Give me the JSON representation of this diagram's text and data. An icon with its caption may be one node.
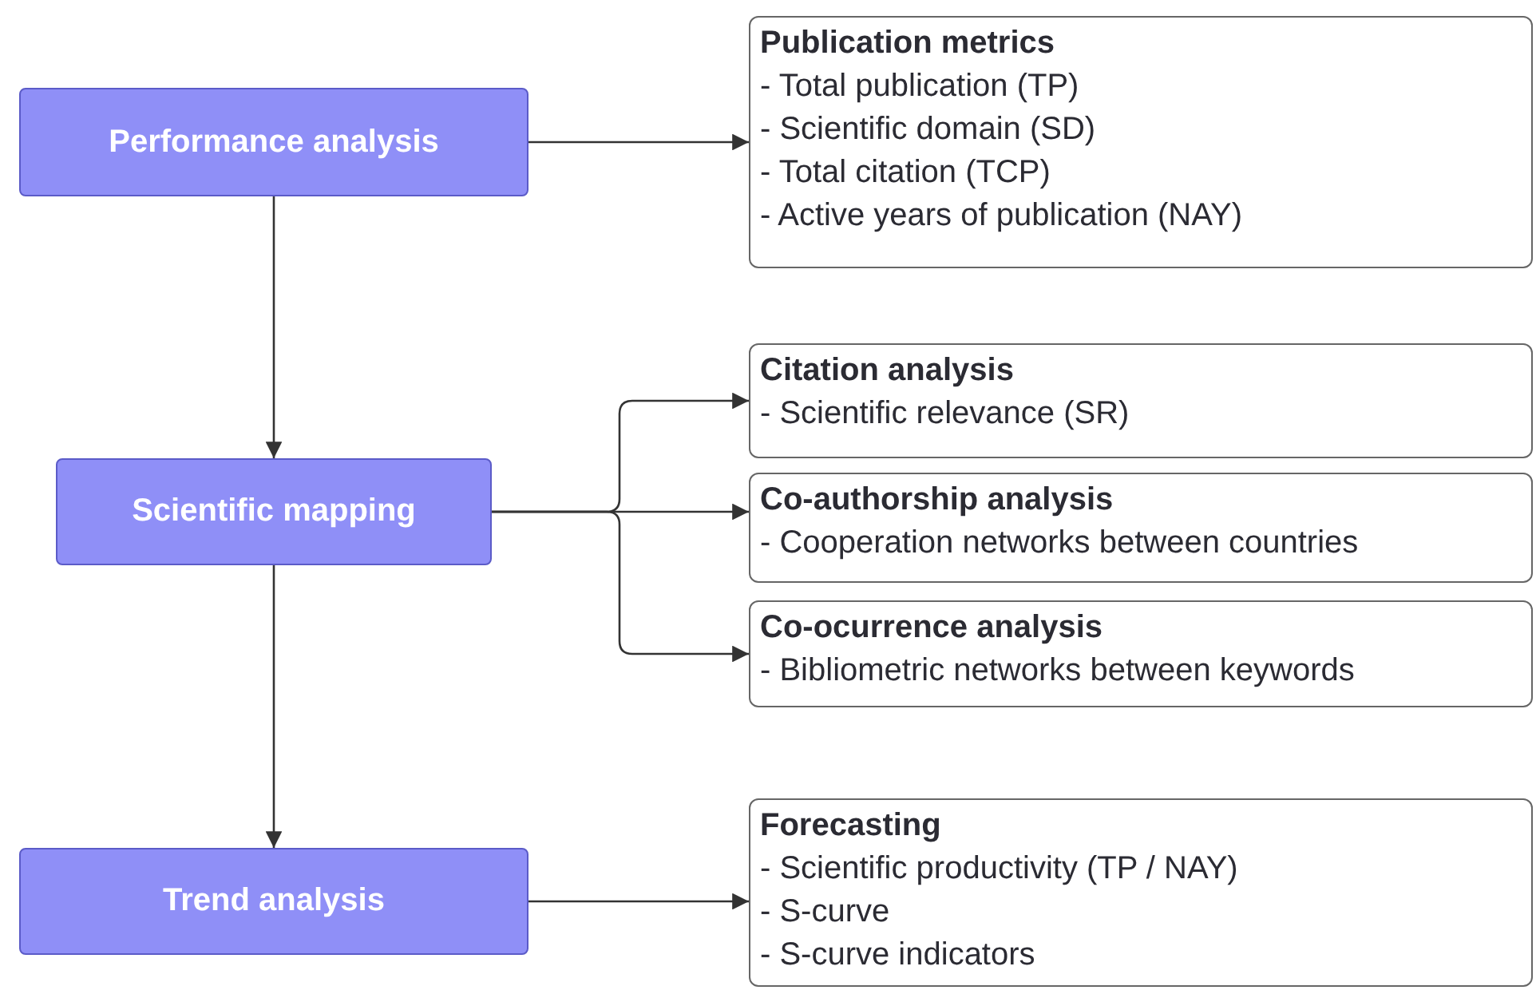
{
  "diagram": {
    "nodes": [
      {
        "text": [
          "Performance analysis"
        ]
      },
      {
        "text": [
          "Publication metrics",
          "- Total publication (TP)",
          "- Scientific domain (SD)",
          "- Total citation (TCP)",
          "- Active years of publication (NAY)"
        ]
      },
      {
        "text": [
          "Scientific mapping"
        ]
      },
      {
        "text": [
          "Citation analysis",
          "- Scientific relevance (SR)"
        ]
      },
      {
        "text": [
          "Co-authorship analysis",
          "- Cooperation networks between countries"
        ]
      },
      {
        "text": [
          "Co-ocurrence analysis",
          "- Bibliometric networks between keywords"
        ]
      },
      {
        "text": [
          "Trend analysis"
        ]
      },
      {
        "text": [
          "Forecasting",
          "- Scientific productivity (TP / NAY)",
          "- S-curve",
          "- S-curve indicators"
        ]
      }
    ],
    "edges": [
      {
        "from": 0,
        "to": 1,
        "arrow": "to"
      },
      {
        "from": 0,
        "to": 2,
        "arrow": "to"
      },
      {
        "from": 2,
        "to": 3,
        "arrow": "to"
      },
      {
        "from": 2,
        "to": 4,
        "arrow": "to"
      },
      {
        "from": 2,
        "to": 5,
        "arrow": "to"
      },
      {
        "from": 2,
        "to": 6,
        "arrow": "to"
      },
      {
        "from": 6,
        "to": 7,
        "arrow": "to"
      }
    ]
  }
}
